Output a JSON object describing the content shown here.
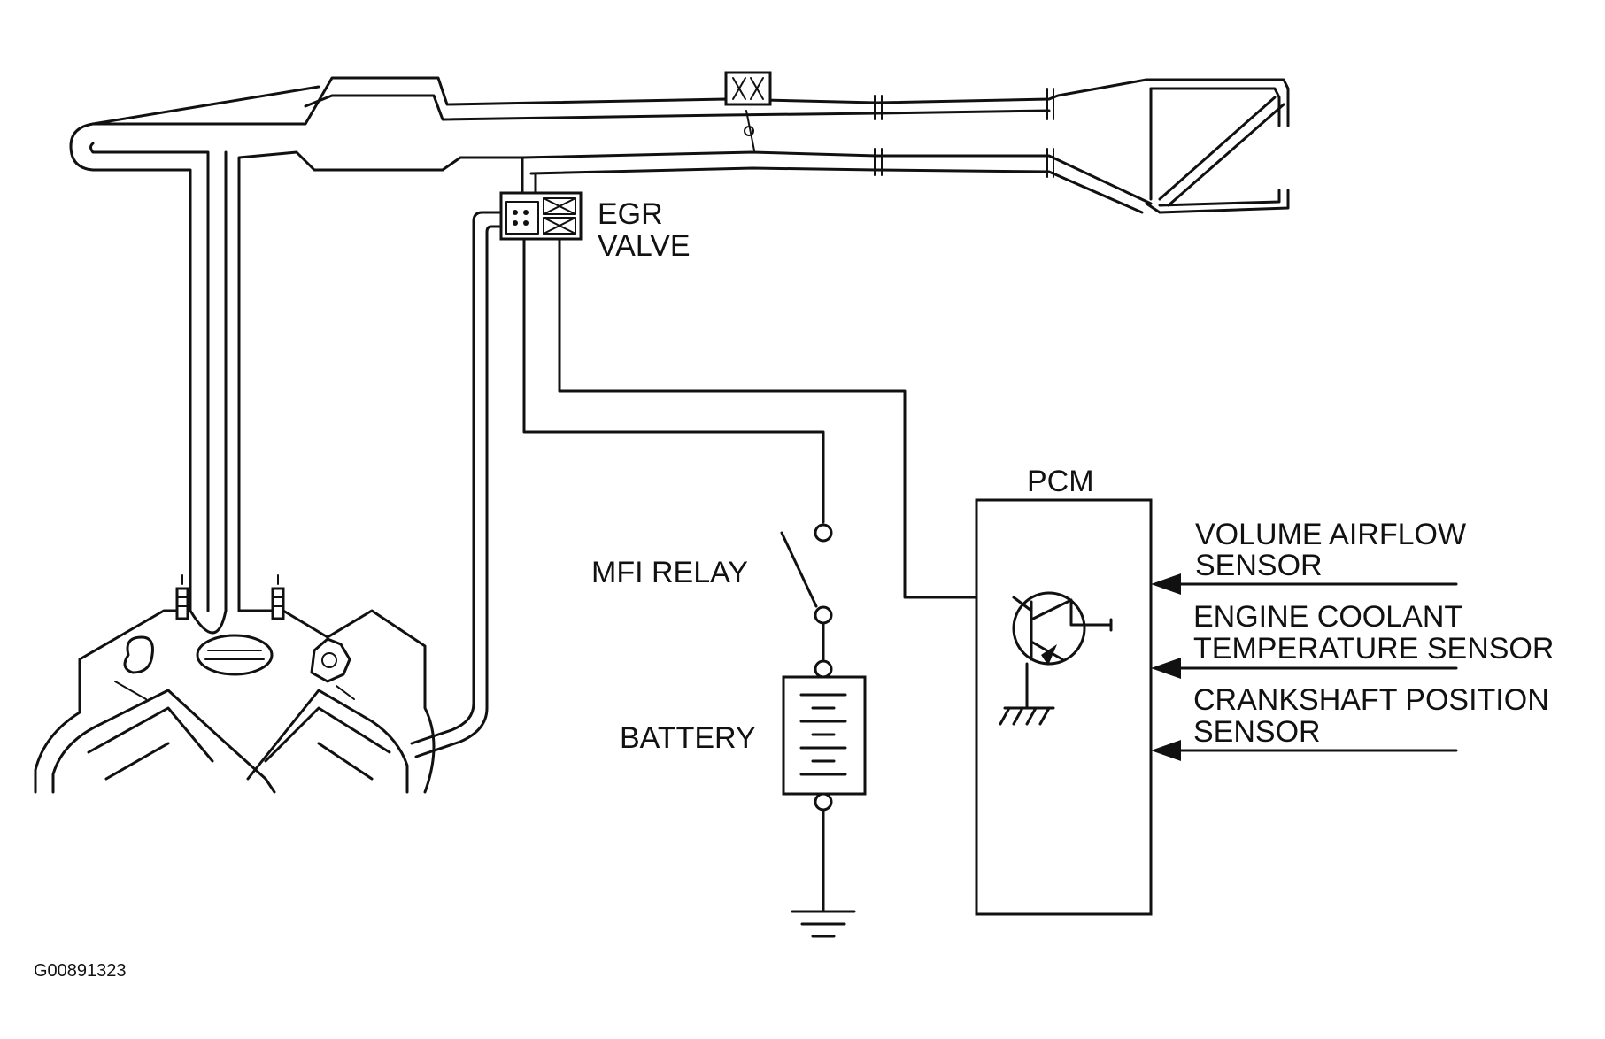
{
  "labels": {
    "egr_valve_line1": "EGR",
    "egr_valve_line2": "VALVE",
    "pcm": "PCM",
    "mfi_relay": "MFI RELAY",
    "battery": "BATTERY",
    "volume_airflow_line1": "VOLUME AIRFLOW",
    "volume_airflow_line2": "SENSOR",
    "engine_coolant_line1": "ENGINE COOLANT",
    "engine_coolant_line2": "TEMPERATURE SENSOR",
    "crankshaft_line1": "CRANKSHAFT POSITION",
    "crankshaft_line2": "SENSOR",
    "figure_code": "G00891323"
  },
  "colors": {
    "ink": "#111111",
    "background": "#ffffff"
  }
}
